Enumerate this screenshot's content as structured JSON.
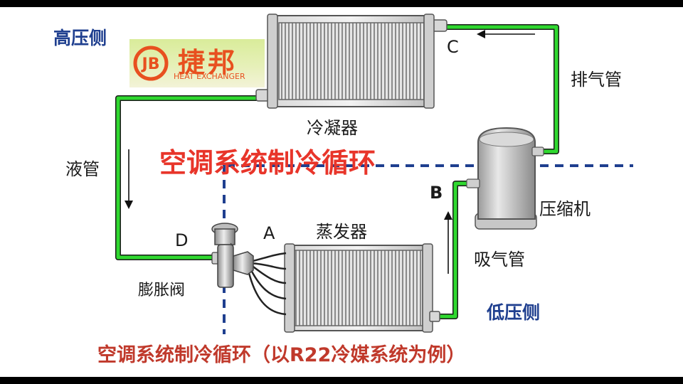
{
  "labels": {
    "high_side": "高压侧",
    "low_side": "低压侧",
    "discharge_pipe": "排气管",
    "condenser": "冷凝器",
    "liquid_pipe": "液管",
    "title": "空调系统制冷循环",
    "compressor": "压缩机",
    "evaporator": "蒸发器",
    "suction_pipe": "吸气管",
    "expansion_valve": "膨胀阀",
    "caption": "空调系统制冷循环（以R22冷媒系统为例）",
    "point_a": "A",
    "point_b": "B",
    "point_c": "C",
    "point_d": "D"
  },
  "logo": {
    "brand": "捷邦",
    "subtitle": "HEAT EXCHANGER",
    "mark_icon": "jb-circle-logo"
  },
  "colors": {
    "pipe": "#2fd82f",
    "pipe_outline": "#1a1a1a",
    "dashed_line": "#1f3f8f",
    "title_red": "#e8352a",
    "caption_red": "#c0392b",
    "side_label_blue": "#1f3f8f",
    "logo_orange": "#e8501f"
  }
}
